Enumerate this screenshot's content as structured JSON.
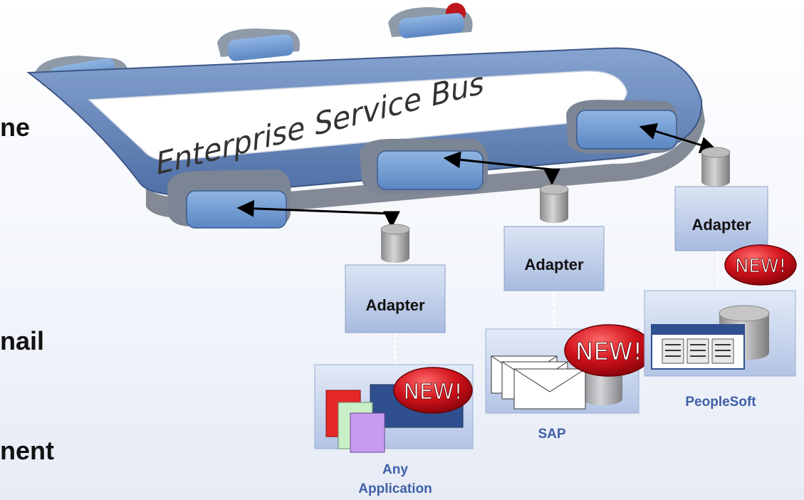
{
  "slide_fragments": [
    "ne",
    "nail",
    "nent"
  ],
  "bus": {
    "title": "Enterprise Service Bus"
  },
  "adapters": [
    {
      "label": "Adapter"
    },
    {
      "label": "Adapter"
    },
    {
      "label": "Adapter"
    }
  ],
  "systems": [
    {
      "label_line1": "Any",
      "label_line2": "Application"
    },
    {
      "label_line1": "SAP"
    },
    {
      "label_line1": "PeopleSoft"
    }
  ],
  "badges": [
    "NEW!",
    "NEW!",
    "NEW!"
  ],
  "colors": {
    "bus_frame": "#5d7fb5",
    "port": "#6a97d0",
    "adapter_box": "#b9c9e6",
    "system_box": "#c8d6ee",
    "label": "#4060a6",
    "badge": "#c0141c",
    "arrow": "#000000"
  }
}
